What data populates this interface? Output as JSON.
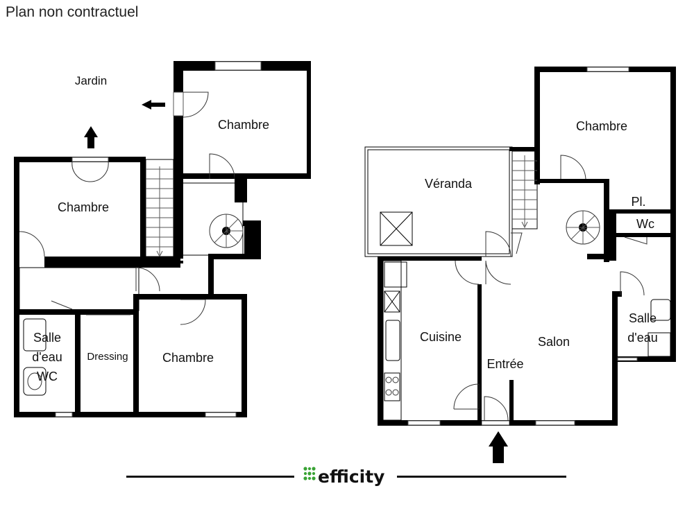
{
  "caption": "Plan non contractuel",
  "labels": {
    "jardin": "Jardin",
    "left_chambre_top": "Chambre",
    "left_chambre_mid": "Chambre",
    "left_chambre_bottom": "Chambre",
    "salle_eau_left_1": "Salle",
    "salle_eau_left_2": "d'eau",
    "salle_eau_left_3": "WC",
    "dressing": "Dressing",
    "veranda": "Véranda",
    "right_chambre": "Chambre",
    "placard": "Pl.",
    "wc": "Wc",
    "cuisine": "Cuisine",
    "salon": "Salon",
    "entree": "Entrée",
    "salle_eau_right_1": "Salle",
    "salle_eau_right_2": "d'eau"
  },
  "brand": {
    "name": "efficity",
    "accent_color": "#3aa335"
  },
  "icons": {
    "jardin_left": "arrow-left-icon",
    "jardin_up": "arrow-up-icon",
    "entrance": "arrow-up-icon"
  }
}
